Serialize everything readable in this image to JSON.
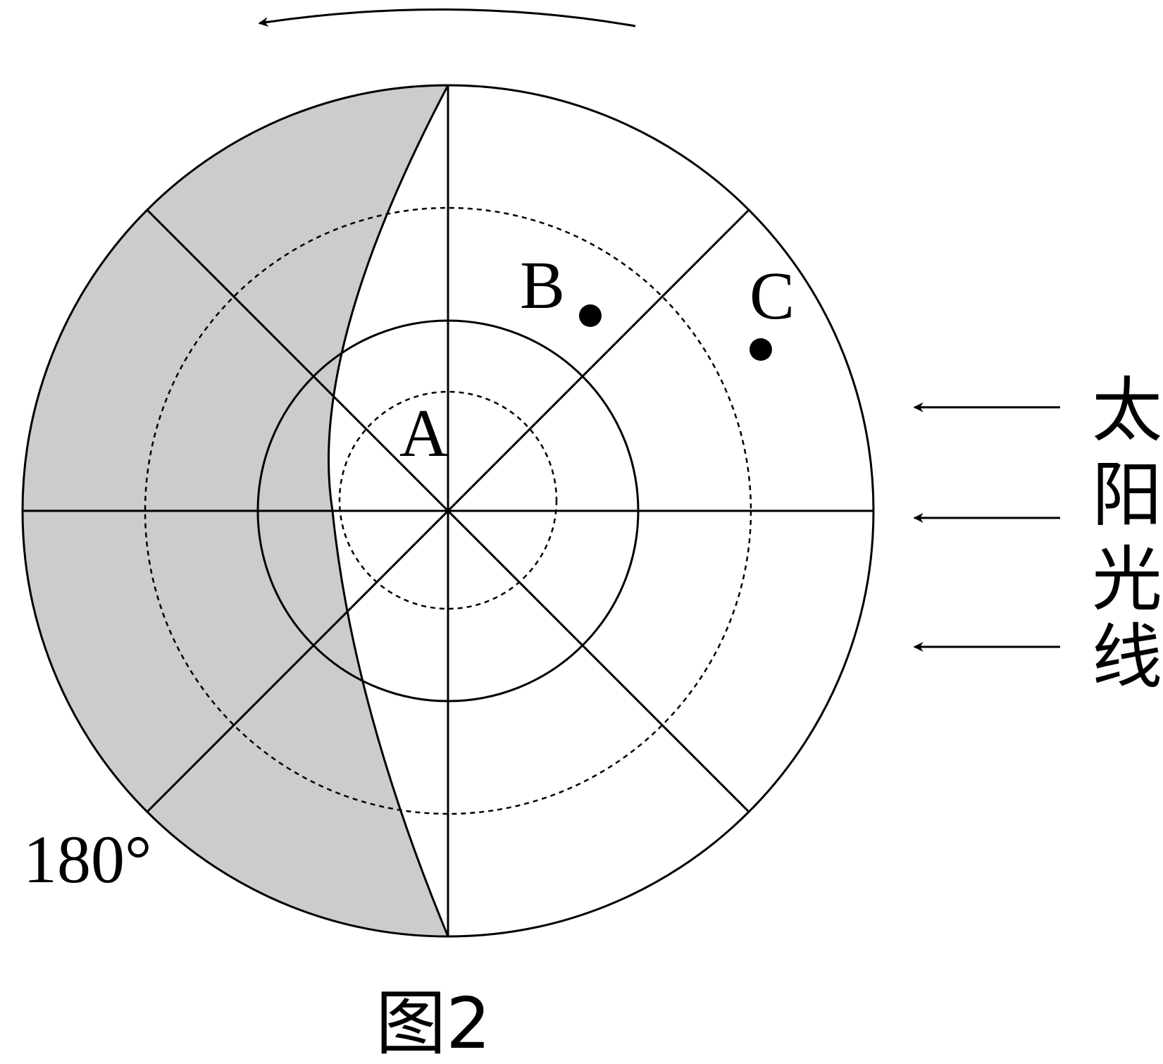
{
  "figure": {
    "caption": "图2",
    "point_labels": {
      "a": "A",
      "b": "B",
      "c": "C"
    },
    "meridian_label": "180°",
    "sunlight_label_chars": [
      "太",
      "阳",
      "光",
      "线"
    ],
    "colors": {
      "night": "#cccccc",
      "line": "#000000",
      "background": "#ffffff"
    }
  }
}
